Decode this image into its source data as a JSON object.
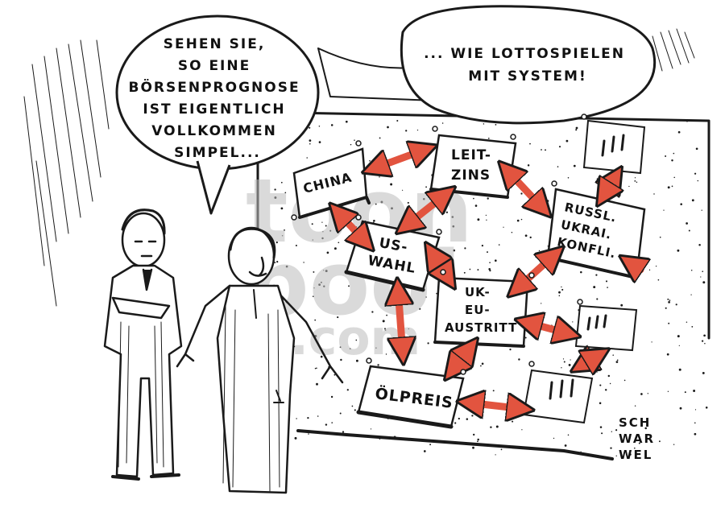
{
  "speech_left": {
    "lines": [
      "SEHEN SIE,",
      "SO EINE",
      "BÖRSENPROGNOSE",
      "IST EIGENTLICH",
      "VOLLKOMMEN",
      "SIMPEL..."
    ]
  },
  "speech_right": {
    "lines": [
      "... WIE LOTTOSPIELEN",
      "MIT SYSTEM!"
    ]
  },
  "cards": {
    "china": [
      "CHINA"
    ],
    "leitzins": [
      "LEIT-",
      "ZINS"
    ],
    "uswahl": [
      "US-",
      "WAHL"
    ],
    "russland": [
      "RUSSL.",
      "UKRAI.",
      "KONFLI."
    ],
    "ukeu": [
      "UK-",
      "EU-",
      "AUSTRITT"
    ],
    "oelpreis": [
      "ÖLPREIS"
    ]
  },
  "signature": [
    "SCH",
    "WAR",
    "WEL"
  ],
  "watermark": [
    "toon",
    "pool",
    ".com"
  ],
  "colors": {
    "arrow": "#e2543f",
    "arrow_dark": "#b83a28",
    "ink": "#1a1a1a",
    "watermark": "#bdbdbd"
  }
}
